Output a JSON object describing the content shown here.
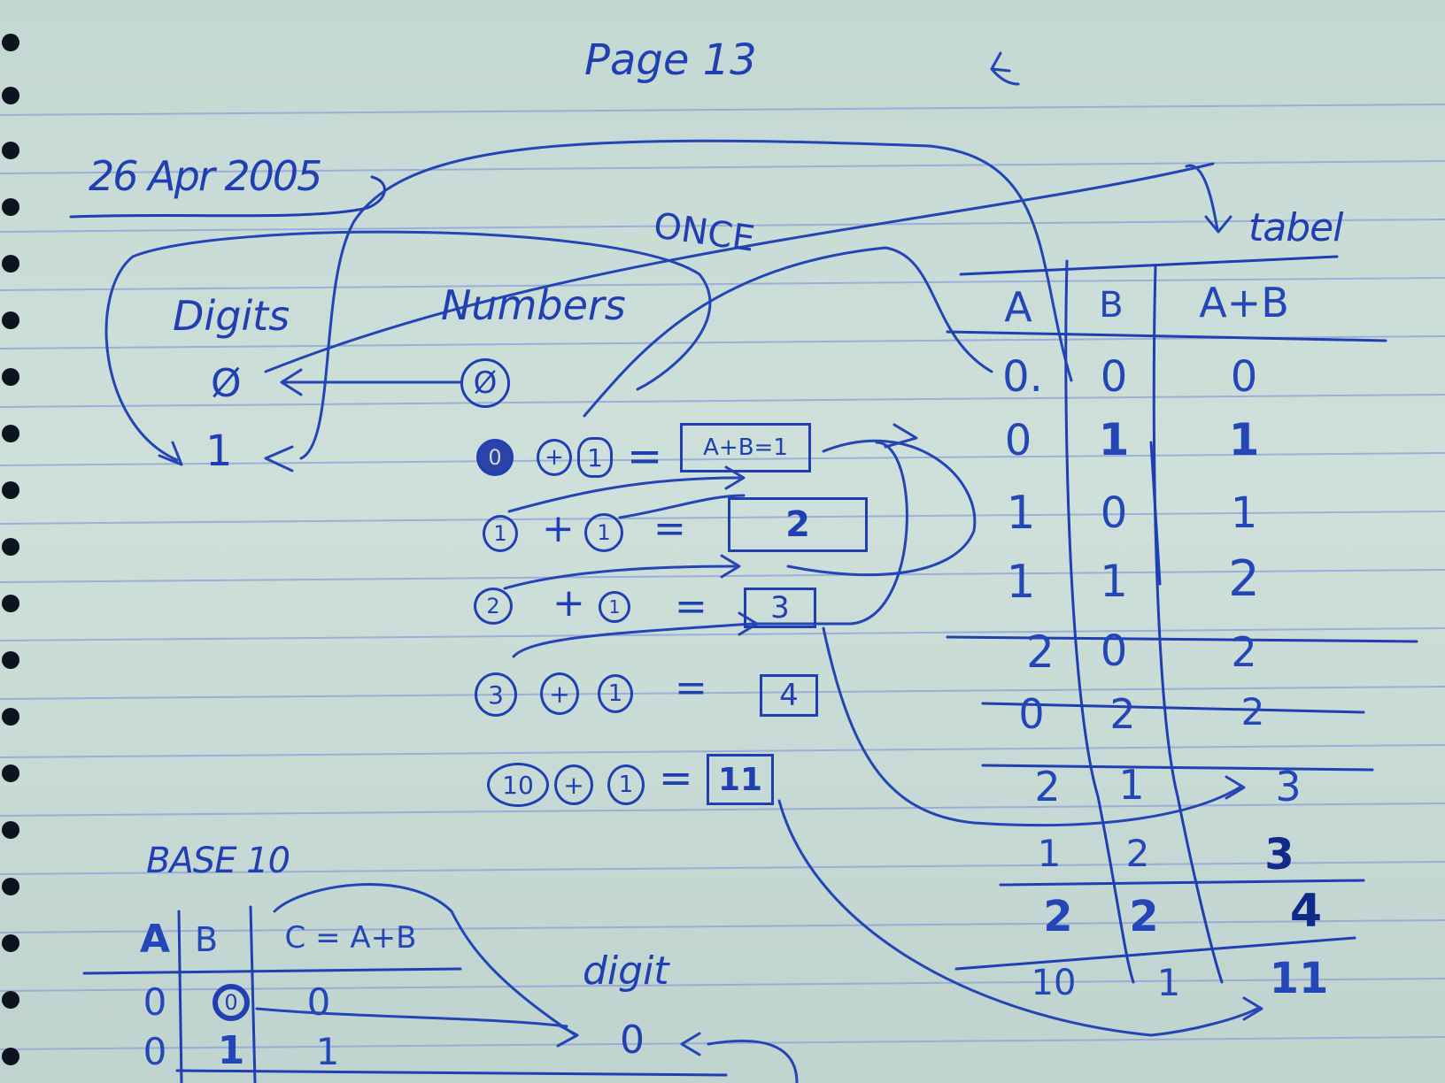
{
  "page_label": "Page 13",
  "date": "26 Apr 2005",
  "once_label": "ONCE",
  "digits": {
    "heading": "Digits",
    "values": [
      "Ø",
      "1"
    ]
  },
  "numbers": {
    "heading": "Numbers",
    "zero": "Ø"
  },
  "equations": [
    {
      "a": "0",
      "op": "+",
      "b": "1",
      "eq": "=",
      "result": "A+B=1"
    },
    {
      "a": "1",
      "op": "+",
      "b": "1",
      "eq": "=",
      "result": "2"
    },
    {
      "a": "2",
      "op": "+",
      "b": "1",
      "eq": "=",
      "result": "3"
    },
    {
      "a": "3",
      "op": "+",
      "b": "1",
      "eq": "=",
      "result": "4"
    },
    {
      "a": "10",
      "op": "+",
      "b": "1",
      "eq": "=",
      "result": "11"
    }
  ],
  "tabel": {
    "title": "tabel",
    "headers": [
      "A",
      "B",
      "A+B"
    ],
    "rows": [
      [
        "0.",
        "0",
        "0"
      ],
      [
        "0",
        "1",
        "1"
      ],
      [
        "1",
        "0",
        "1"
      ],
      [
        "1",
        "1",
        "2"
      ],
      [
        "2",
        "0",
        "2"
      ],
      [
        "0",
        "2",
        "2"
      ],
      [
        "2",
        "1",
        "3"
      ],
      [
        "1",
        "2",
        "3"
      ],
      [
        "2",
        "2",
        "4"
      ],
      [
        "10",
        "1",
        "11"
      ]
    ]
  },
  "base10": {
    "title": "BASE 10",
    "headers": [
      "A",
      "B",
      "C = A+B"
    ],
    "rows": [
      [
        "0",
        "0",
        "0"
      ],
      [
        "0",
        "1",
        "1"
      ]
    ],
    "digit_label": "digit",
    "digit_value": "0"
  },
  "colors": {
    "ink": "#1f3fb3",
    "paper": "#c9dcd6",
    "ruled_line": "#8f9fd8",
    "binding_hole": "#0d1420"
  }
}
